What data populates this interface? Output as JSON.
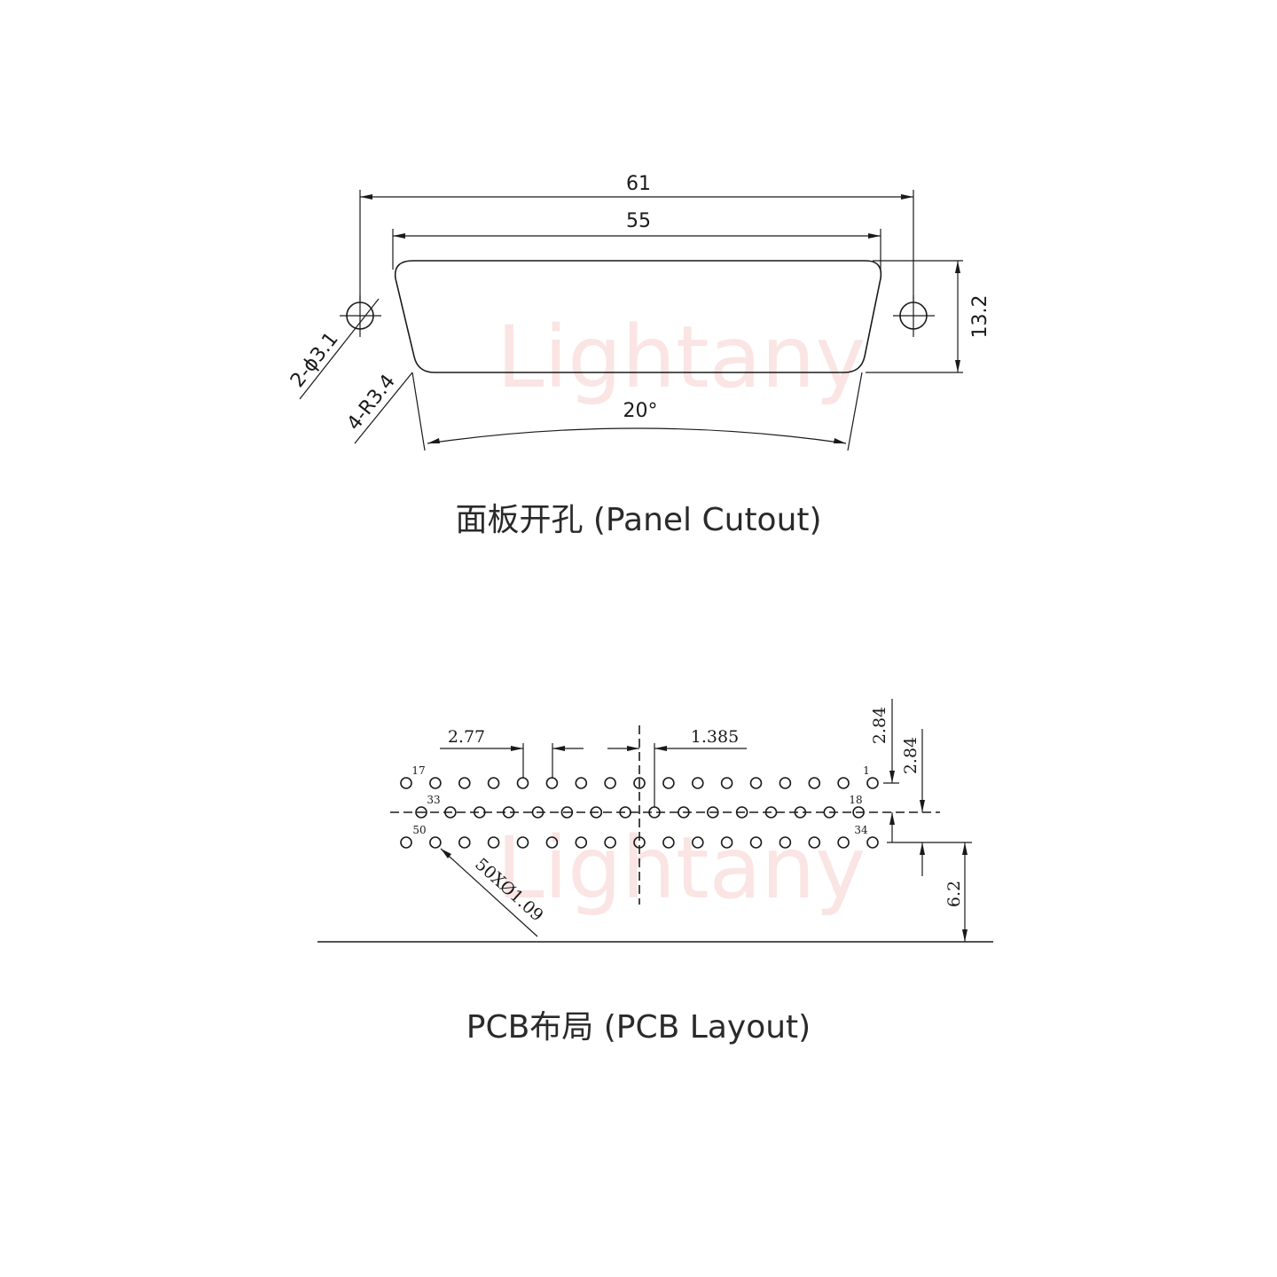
{
  "watermark": "Lightany",
  "panel_cutout": {
    "caption": "面板开孔 (Panel Cutout)",
    "dim_overall_width": "61",
    "dim_opening_width": "55",
    "dim_height": "13.2",
    "dim_holes": "2-ϕ3.1",
    "dim_radius": "4-R3.4",
    "dim_angle": "20°"
  },
  "pcb_layout": {
    "caption": "PCB布局 (PCB Layout)",
    "dim_pitch": "2.77",
    "dim_offset": "1.385",
    "dim_row_1": "2.84",
    "dim_row_2": "2.84",
    "dim_edge": "6.2",
    "dim_pin_holes": "50XØ1.09",
    "pin_labels": [
      "1",
      "17",
      "18",
      "33",
      "34",
      "50"
    ]
  },
  "colors": {
    "line": "#1a1a1a",
    "watermark": "#f6cfcf"
  }
}
